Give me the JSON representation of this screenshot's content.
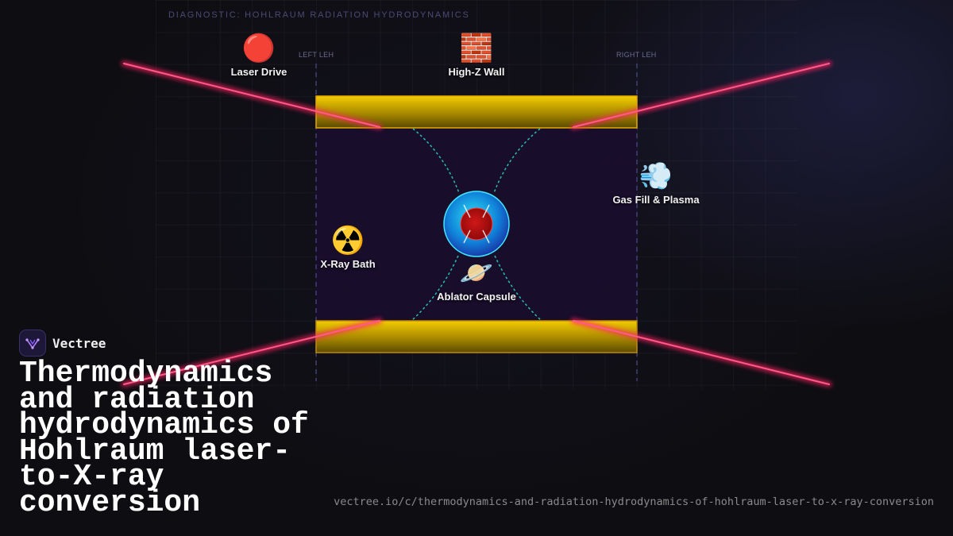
{
  "diagram": {
    "header": "DIAGNOSTIC: HOHLRAUM RADIATION HYDRODYNAMICS",
    "left_leh": "LEFT LEH",
    "right_leh": "RIGHT LEH",
    "nodes": {
      "laser_drive": {
        "icon": "red-circle-icon",
        "glyph": "🔴",
        "label": "Laser Drive"
      },
      "high_z_wall": {
        "icon": "brick-icon",
        "glyph": "🧱",
        "label": "High-Z Wall"
      },
      "gas_fill": {
        "icon": "dash-wind-icon",
        "glyph": "💨",
        "label": "Gas Fill & Plasma"
      },
      "xray_bath": {
        "icon": "radioactive-icon",
        "glyph": "☢️",
        "label": "X-Ray Bath"
      },
      "ablator": {
        "icon": "ringed-planet-icon",
        "glyph": "🪐",
        "label": "Ablator Capsule"
      }
    },
    "colors": {
      "wall_gold": "#e8c000",
      "laser_beam": "#ff3a7a",
      "cavity": "#1a0d2c",
      "flow_lines": "#2ad1c0",
      "capsule_outer": "#20d0ee",
      "capsule_core": "#c01010"
    }
  },
  "brand": {
    "name": "Vectree",
    "logo_icon": "vectree-logo-icon"
  },
  "title": "Thermodynamics and radiation hydrodynamics of Hohlraum laser­to-X-ray conversion",
  "url": "vectree.io/c/thermodynamics-and-radiation-hydrodynamics-of-hohlraum-laser-to-x-ray-conversion"
}
